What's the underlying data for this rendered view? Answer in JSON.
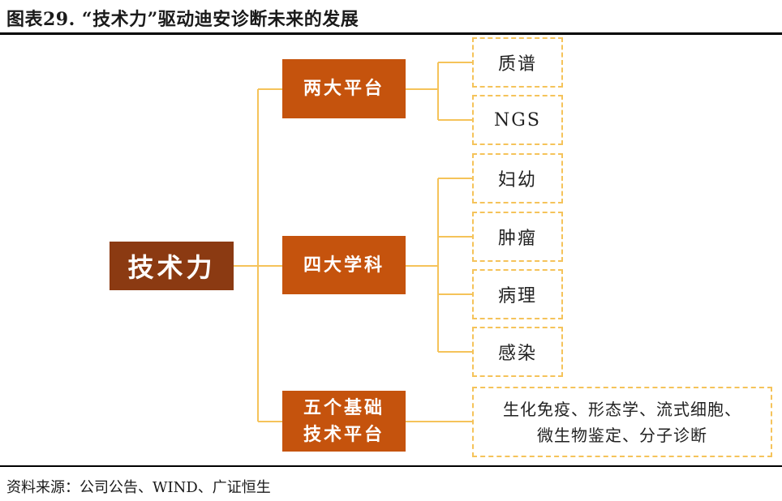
{
  "title": "图表29. “技术力”驱动迪安诊断未来的发展",
  "source": "资料来源：公司公告、WIND、广证恒生",
  "colors": {
    "root": "#8b3a12",
    "branch": "#c5530d",
    "connector": "#f5c35a",
    "leaf_border": "#f5c35a"
  },
  "root": {
    "label": "技术力"
  },
  "branches": [
    {
      "label": "两大平台",
      "children": [
        "质谱",
        "NGS"
      ]
    },
    {
      "label": "四大学科",
      "children": [
        "妇幼",
        "肿瘤",
        "病理",
        "感染"
      ]
    },
    {
      "label": "五个基础\n技术平台",
      "children": [
        "生化免疫、形态学、流式细胞、\n微生物鉴定、分子诊断"
      ]
    }
  ]
}
